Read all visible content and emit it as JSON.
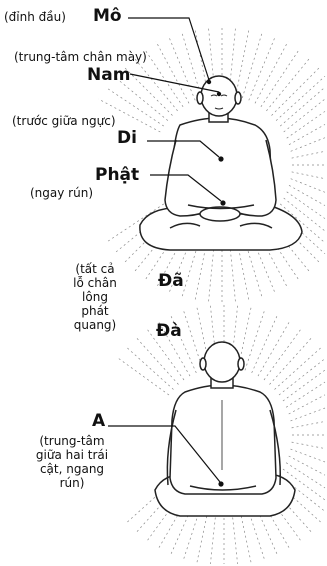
{
  "labels": {
    "mo": "Mô",
    "mo_note": "(đỉnh đầu)",
    "nam": "Nam",
    "nam_note": "(trung-tâm chân mày)",
    "di": "Di",
    "di_note": "(trước giữa ngực)",
    "phat": "Phật",
    "phat_note": "(ngay rún)",
    "da1": "Đã",
    "da2": "Đà",
    "glow_note": [
      "(tất cả",
      "lỗ chân",
      "lông",
      "phát",
      "quang)"
    ],
    "a": "A",
    "a_note": [
      "(trung-tâm",
      "giữa hai trái",
      "cật, ngang",
      "rún)"
    ]
  }
}
